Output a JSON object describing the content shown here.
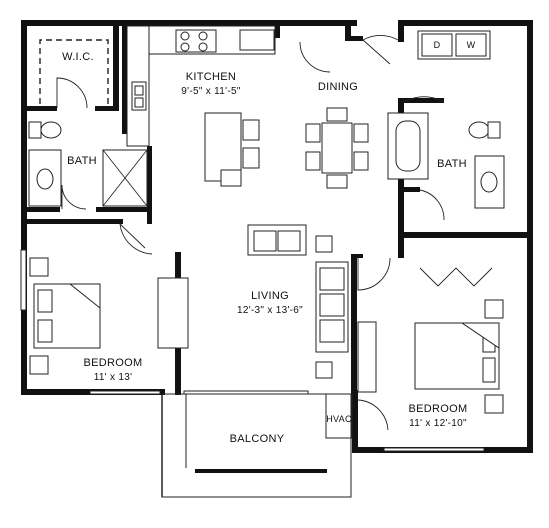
{
  "rooms": {
    "wic": {
      "name": "W.I.C."
    },
    "kitchen": {
      "name": "KITCHEN",
      "dim": "9'-5\" x 11'-5\""
    },
    "dining": {
      "name": "DINING"
    },
    "bath_left": {
      "name": "BATH"
    },
    "bath_right": {
      "name": "BATH"
    },
    "living": {
      "name": "LIVING",
      "dim": "12'-3\" x 13'-6\""
    },
    "bedroom_left": {
      "name": "BEDROOM",
      "dim": "11' x 13'"
    },
    "bedroom_right": {
      "name": "BEDROOM",
      "dim": "11' x 12'-10\""
    },
    "balcony": {
      "name": "BALCONY"
    },
    "hvac": {
      "name": "HVAC"
    }
  },
  "appliances": {
    "dryer": "D",
    "washer": "W"
  }
}
